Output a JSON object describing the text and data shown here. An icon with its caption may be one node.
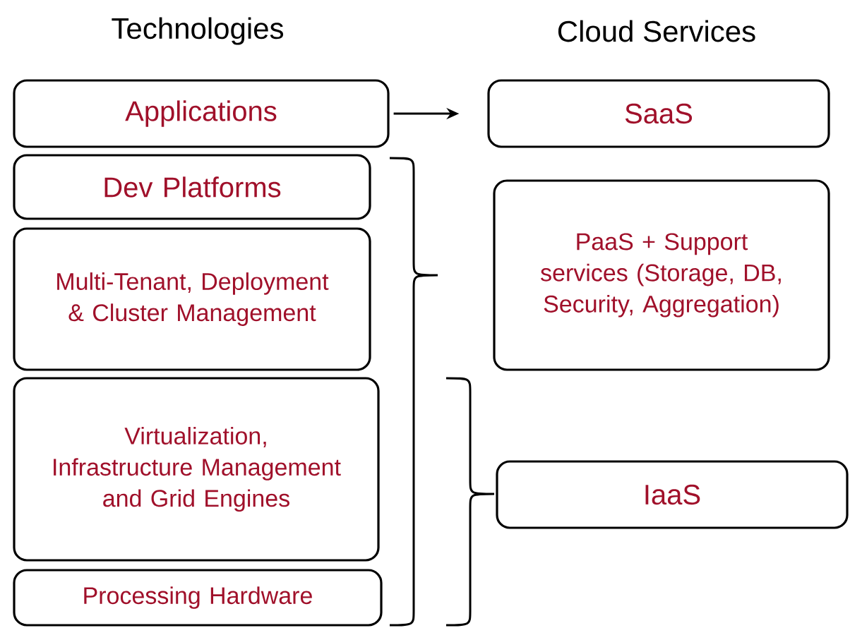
{
  "diagram": {
    "nodes": [
      {
        "text": [
          "Applications"
        ]
      },
      {
        "text": [
          "Dev Platforms"
        ]
      },
      {
        "text": [
          "Multi-Tenant, Deployment & Cluster Management"
        ]
      },
      {
        "text": [
          "Virtualization, Infrastructure Management and Grid Engines"
        ]
      },
      {
        "text": [
          "Processing Hardware"
        ]
      },
      {
        "text": [
          "SaaS"
        ]
      },
      {
        "text": [
          "PaaS + Support services (Storage, DB, Security, Aggregation)"
        ]
      },
      {
        "text": [
          "IaaS"
        ]
      }
    ],
    "edges": [
      {
        "from": 0,
        "to": 5,
        "arrow": "to"
      }
    ],
    "labels": [
      "Technologies",
      "Cloud Services"
    ]
  }
}
